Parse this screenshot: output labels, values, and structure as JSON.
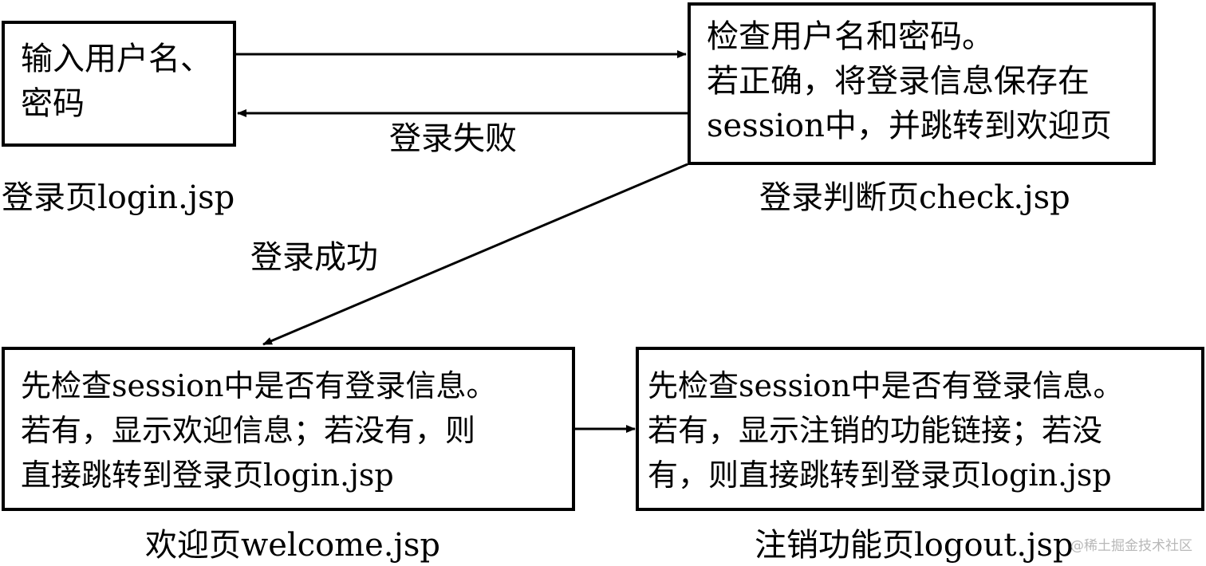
{
  "login_box": {
    "lines": [
      "输入用户名、",
      "密码"
    ],
    "caption": "登录页login.jsp"
  },
  "check_box": {
    "lines": [
      "检查用户名和密码。",
      "若正确，将登录信息保存在",
      "session中，并跳转到欢迎页"
    ],
    "caption": "登录判断页check.jsp"
  },
  "welcome_box": {
    "lines": [
      "先检查session中是否有登录信息。",
      "若有，显示欢迎信息；若没有，则",
      "直接跳转到登录页login.jsp"
    ],
    "caption": "欢迎页welcome.jsp"
  },
  "logout_box": {
    "lines": [
      "先检查session中是否有登录信息。",
      "若有，显示注销的功能链接；若没",
      "有，则直接跳转到登录页login.jsp"
    ],
    "caption": "注销功能页logout.jsp"
  },
  "edges": {
    "login_failed": "登录失败",
    "login_success": "登录成功"
  },
  "watermark": "@稀土掘金技术社区"
}
